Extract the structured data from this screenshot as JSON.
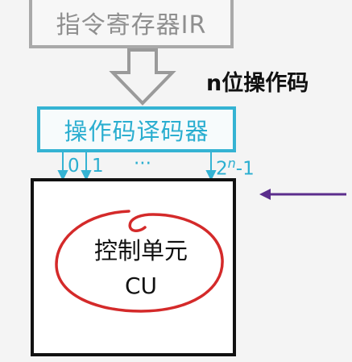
{
  "ir": {
    "label": "指令寄存器IR"
  },
  "opcode_label": "n位操作码",
  "decoder": {
    "label": "操作码译码器"
  },
  "outputs": {
    "first": "0",
    "second": "1",
    "ellipsis": "···",
    "last_base": "2",
    "last_exp": "n",
    "last_suffix": "-1"
  },
  "cu": {
    "title": "控制单元",
    "subtitle": "CU"
  },
  "colors": {
    "decoder": "#35b3d3",
    "arrow_input": "#5b2d8c",
    "circle": "#d42a2a",
    "ir_border": "#a9a9a9"
  }
}
